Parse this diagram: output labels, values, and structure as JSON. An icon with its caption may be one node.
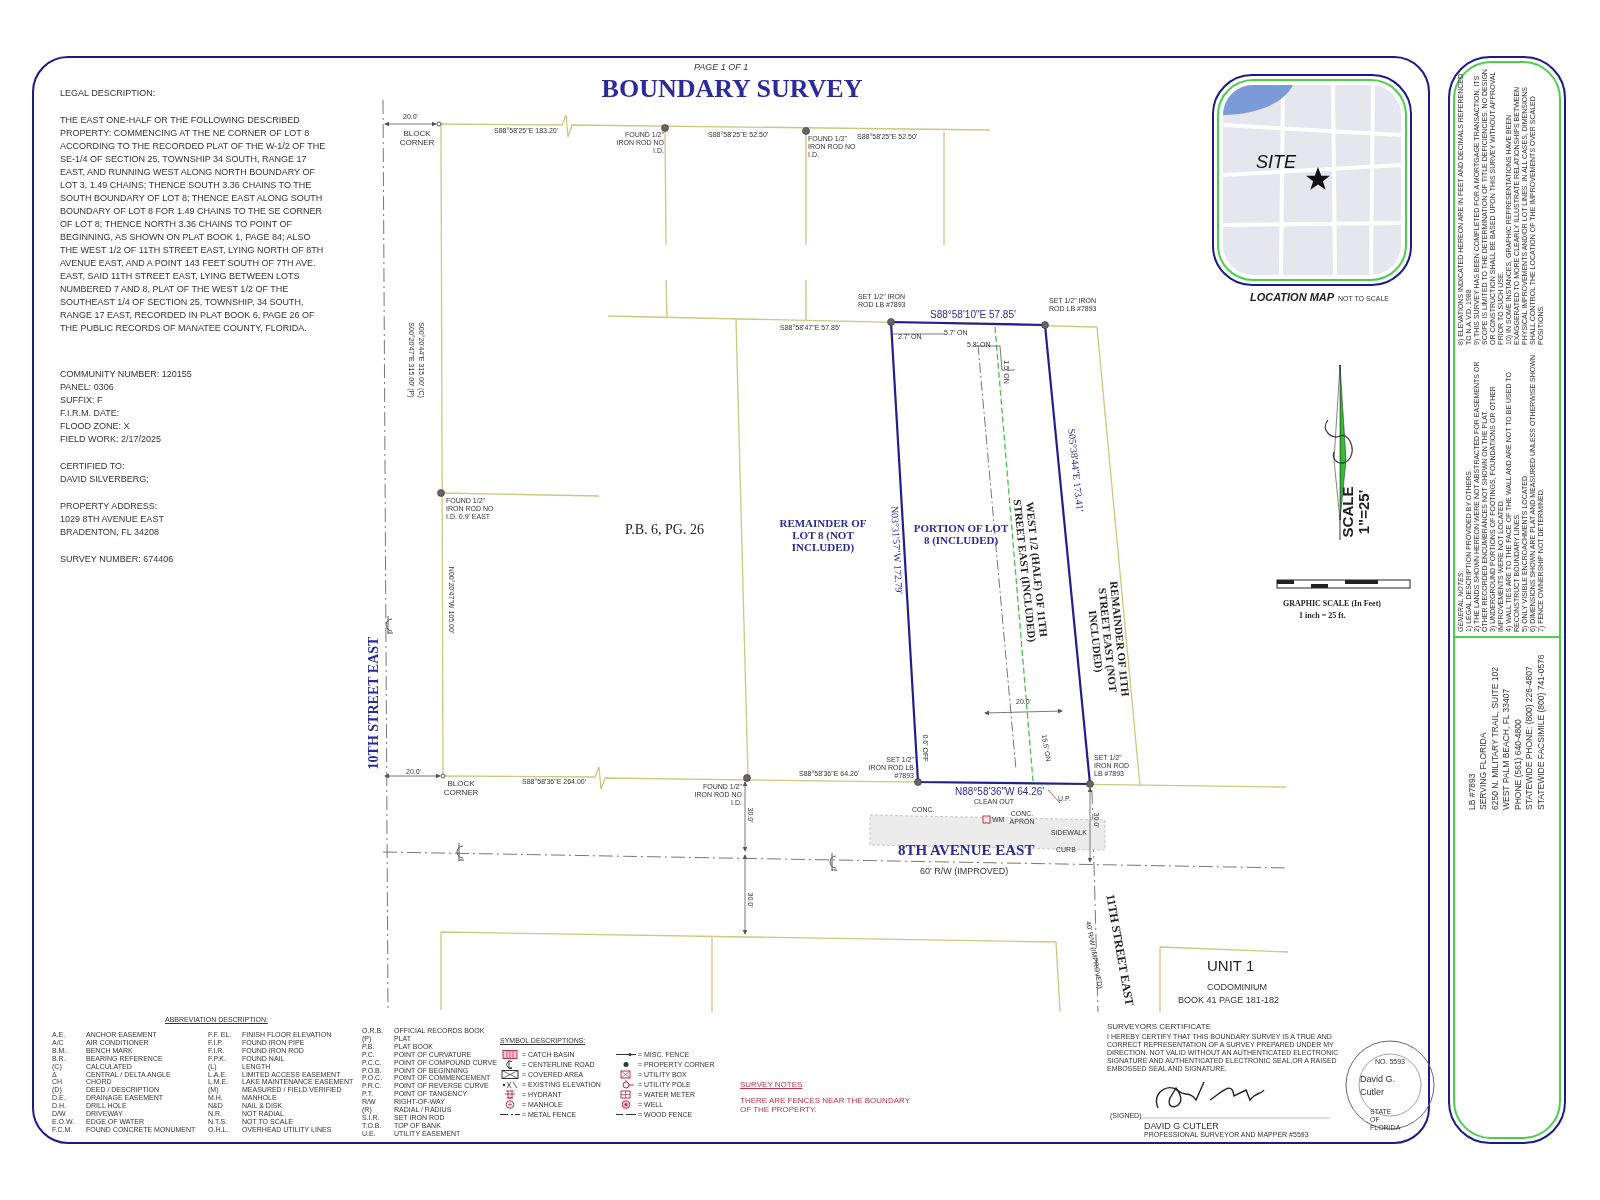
{
  "diagram": {
    "title": "BOUNDARY SURVEY",
    "labels": [
      "PAGE 1 OF 1",
      "LEGAL DESCRIPTION:",
      "THE EAST ONE-HALF OR THE FOLLOWING DESCRIBED PROPERTY: COMMENCING AT THE NE CORNER OF LOT 8 ACCORDING TO THE RECORDED PLAT OF THE W-1/2 OF THE SE-1/4 OF SECTION 25, TOWNSHIP 34 SOUTH, RANGE 17 EAST, AND RUNNING WEST ALONG NORTH BOUNDARY OF LOT 3, 1.49 CHAINS; THENCE SOUTH 3.36 CHAINS TO THE SOUTH BOUNDARY OF LOT 8; THENCE EAST ALONG SOUTH BOUNDARY OF LOT 8 FOR 1.49 CHAINS TO THE SE CORNER OF LOT 8; THENCE NORTH 3.36 CHAINS TO POINT OF BEGINNING, AS SHOWN ON PLAT BOOK 1, PAGE 84; ALSO THE WEST 1/2 OF 11TH STREET EAST, LYING NORTH OF 8TH AVENUE EAST, AND A POINT 143 FEET SOUTH OF 7TH AVE. EAST, SAID 11TH STREET EAST, LYING BETWEEN LOTS NUMBERED 7 AND 8, PLAT OF THE WEST 1/2 OF THE SOUTHEAST 1/4 OF SECTION 25, TOWNSHIP, 34 SOUTH, RANGE 17 EAST, RECORDED IN PLAT BOOK 6, PAGE 26 OF THE PUBLIC RECORDS OF MANATEE COUNTY, FLORIDA.",
      "COMMUNITY NUMBER: 120155",
      "PANEL: 0306",
      "SUFFIX: F",
      "F.I.R.M. DATE:",
      "FLOOD ZONE: X",
      "FIELD WORK: 2/17/2025",
      "CERTIFIED TO:",
      "DAVID SILVERBERG;",
      "PROPERTY ADDRESS:",
      "1029 8TH AVENUE EAST",
      "BRADENTON, FL 34208",
      "SURVEY NUMBER: 674406",
      "20.0'",
      "BLOCK CORNER",
      "S88°58'25\"E 183.20'",
      "FOUND 1/2\" IRON ROD NO I.D.",
      "S88°58'25\"E 52.50'",
      "FOUND 1/2\" IRON ROD NO I.D.",
      "S88°58'25\"E 52.50'",
      "SET 1/2\" IRON ROD LB #7893",
      "S88°58'10\"E 57.85'",
      "SET 1/2\" IRON ROD LB #7893",
      "S88°58'47\"E 57.85'",
      "2.7' ON",
      "5.7' ON",
      "5.8' ON",
      "1.5' ON",
      "S00°20'47\"E 315.00' (P)",
      "S00°20'44\"E 315.00' (C)",
      "N00°20'47\"W 105.00'",
      "FOUND 1/2\" IRON ROD NO I.D. 0.9' EAST",
      "P.B. 6, PG. 26",
      "REMAINDER OF LOT 8 (NOT INCLUDED)",
      "N03°31'57\"W 172.79'",
      "PORTION OF LOT 8 (INCLUDED)",
      "WEST 1/2 (HALF) OF 11TH STREET EAST (INCLUDED)",
      "S05°38'44\"E 173.41'",
      "REMAINDER OF 11TH STREET EAST (NOT INCLUDED)",
      "10TH STREET EAST",
      "20.0'",
      "BLOCK CORNER",
      "S88°58'36\"E 264.00'",
      "FOUND 1/2\" IRON ROD NO I.D.",
      "S88°58'36\"E 64.26'",
      "SET 1/2\" IRON ROD LB #7893",
      "0.6' OFF",
      "20.0'",
      "15.5' ON",
      "SET 1/2\" IRON ROD LB #7893",
      "N88°58'36\"W 64.26'",
      "CLEAN OUT",
      "U.P.",
      "CONC.",
      "WM",
      "CONC. APRON",
      "30.0'",
      "SIDEWALK",
      "CURB",
      "8TH AVENUE EAST",
      "60' R/W (IMPROVED)",
      "30.0'",
      "30.0'",
      "11TH STREET EAST",
      "40' R/W (IMPROVED)",
      "UNIT 1",
      "CODOMINIUM",
      "BOOK 41 PAGE 181-182",
      "SITE",
      "LOCATION MAP",
      "NOT TO SCALE",
      "SCALE 1\"=25'",
      "GRAPHIC SCALE (In Feet)",
      "1 inch = 25 ft.",
      "ABBREVIATION DESCRIPTION:",
      "A.E.",
      "ANCHOR EASEMENT",
      "A/C",
      "AIR CONDITIONER",
      "B.M.",
      "BENCH MARK",
      "B.R.",
      "BEARING REFERENCE",
      "(C)",
      "CALCULATED",
      "Δ",
      "CENTRAL / DELTA ANGLE",
      "CH",
      "CHORD",
      "(D)",
      "DEED / DESCRIPTION",
      "D.E.",
      "DRAINAGE EASEMENT",
      "D.H.",
      "DRILL HOLE",
      "D/W",
      "DRIVEWAY",
      "E.O.W.",
      "EDGE OF WATER",
      "F.C.M.",
      "FOUND CONCRETE MONUMENT",
      "F.F. EL.",
      "FINISH FLOOR ELEVATION",
      "F.I.P.",
      "FOUND IRON PIPE",
      "F.I.R.",
      "FOUND IRON ROD",
      "F.P.K.",
      "FOUND NAIL",
      "(L)",
      "LENGTH",
      "L.A.E.",
      "LIMITED ACCESS EASEMENT",
      "L.M.E.",
      "LAKE MAINTENANCE EASEMENT",
      "(M)",
      "MEASURED / FIELD VERIFIED",
      "M.H.",
      "MANHOLE",
      "N&D",
      "NAIL & DISK",
      "N.R.",
      "NOT RADIAL",
      "N.T.S.",
      "NOT TO SCALE",
      "O.H.L.",
      "OVERHEAD UTILITY LINES",
      "O.R.B.",
      "OFFICIAL RECORDS BOOK",
      "(P)",
      "PLAT",
      "P.B.",
      "PLAT BOOK",
      "P.C.",
      "POINT OF CURVATURE",
      "P.C.C.",
      "POINT OF COMPOUND CURVE",
      "P.O.B.",
      "POINT OF BEGINNING",
      "P.O.C.",
      "POINT OF COMMENCEMENT",
      "P.R.C.",
      "POINT OF REVERSE CURVE",
      "P.T.",
      "POINT OF TANGENCY",
      "R/W",
      "RIGHT-OF-WAY",
      "(R)",
      "RADIAL / RADIUS",
      "S.I.R.",
      "SET IRON ROD",
      "T.O.B.",
      "TOP OF BANK",
      "U.E.",
      "UTILITY EASEMENT",
      "SYMBOL DESCRIPTIONS:",
      "SURVEY NOTES",
      "THERE ARE FENCES NEAR THE BOUNDARY OF THE PROPERTY.",
      "SURVEYORS CERTIFICATE",
      "I HEREBY CERTIFY THAT THIS BOUNDARY SURVEY IS A TRUE AND CORRECT REPRESENTATION OF A SURVEY PREPARED UNDER MY DIRECTION. NOT VALID WITHOUT AN AUTHENTICATED ELECTRONIC SIGNATURE AND AUTHENTICATED ELECTRONIC SEAL,OR A RAISED EMBOSSED SEAL AND SIGNATURE.",
      "(SIGNED)",
      "DAVID G CUTLER",
      "PROFESSIONAL SURVEYOR AND MAPPER #5593",
      "NO. 5593",
      "David G. Cutler",
      "STATE OF FLORIDA",
      "GENERAL NOTES:",
      "1) LEGAL DESCRIPTION PROVIDED BY OTHERS.",
      "2) THE LANDS SHOWN HEREON WERE NOT ABSTRACTED FOR EASEMENTS OR OTHER RECORDED ENCUMBRANCES NOT SHOWN ON THE PLAT.",
      "3) UNDERGROUND PORTIONS OF FOOTINGS, FOUNDATIONS OR OTHER IMPROVEMENTS WERE NOT LOCATED.",
      "4) WALL TIES ARE TO THE FACE OF THE WALL AND ARE NOT TO BE USED TO RECONSTRUCT BOUNDARY LINES.",
      "5) ONLY VISIBLE ENCROACHMENTS LOCATED.",
      "6) DIMENSIONS SHOWN ARE PLAT AND MEASURED UNLESS OTHERWISE SHOWN.",
      "7) FENCE OWNERSHIP NOT DETERMINED.",
      "8) ELEVATIONS INDICATED HEREON ARE IN FEET AND DECIMALS REFERENCED TO N.A.V.D. 1988",
      "9) THIS SURVEY HAS BEEN COMPLETED FOR A MORTGAGE TRANSACTION, ITS SCOPE IS LIMITED TO THE DETERMINATION OF TITLE DEFICIENCIES. NO DESIGN OR CONSTRUCTION SHALL BE BASED UPON THIS SURVEY WITHOUT APPROVAL PRIOR TO SUCH USE.",
      "10) IN SOME INSTANCES, GRAPHIC REPRESENTATIONS HAVE BEEN EXAGGERATED TO MORE CLEARLY ILLUSTRATE RELATIONSHIPS BETWEEN PHYSICAL IMPROVEMENTS AND/OR LOT LINES. IN ALL CASES, DIMENSIONS SHALL CONTROL THE LOCATION OF THE IMPROVEMENTS OVER SCALED POSITIONS.",
      "LB #7893",
      "SERVING FLORIDA",
      "6250 N. MILITARY TRAIL, SUITE 102",
      "WEST PALM BEACH, FL 33407",
      "PHONE (561) 640-4800",
      "STATEWIDE PHONE: (800) 226-4807",
      "STATEWIDE FACSIMILE (800) 741-0576"
    ],
    "legend": [
      {
        "text": "= CATCH BASIN"
      },
      {
        "text": "= CENTERLINE ROAD"
      },
      {
        "text": "= COVERED AREA"
      },
      {
        "text": "= EXISTING ELEVATION"
      },
      {
        "text": "= HYDRANT"
      },
      {
        "text": "= MANHOLE"
      },
      {
        "text": "= METAL FENCE"
      },
      {
        "text": "= MISC. FENCE"
      },
      {
        "text": "= PROPERTY CORNER"
      },
      {
        "text": "= UTILITY BOX"
      },
      {
        "text": "= UTILITY POLE"
      },
      {
        "text": "= WATER METER"
      },
      {
        "text": "= WELL"
      },
      {
        "text": "= WOOD FENCE"
      }
    ]
  }
}
